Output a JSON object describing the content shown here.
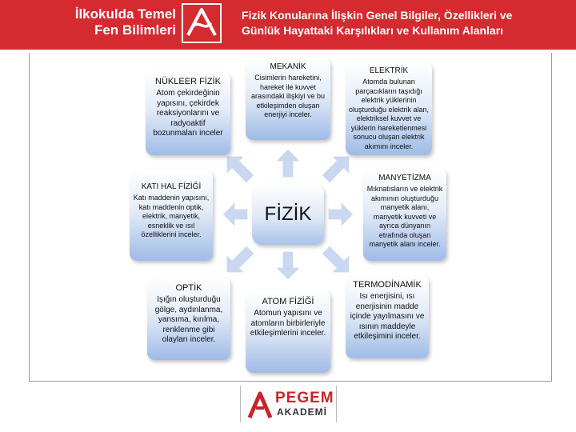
{
  "header": {
    "left_line1": "İlkokulda Temel",
    "left_line2": "Fen Bilimleri",
    "right_line1": "Fizik Konularına İlişkin Genel Bilgiler, Özellikleri ve",
    "right_line2": "Günlük Hayattaki Karşılıkları ve Kullanım Alanları"
  },
  "center": {
    "label": "FİZİK"
  },
  "boxes": {
    "mekanik": {
      "title": "MEKANİK",
      "desc": "Cisimlerin hareketini, hareket ile kuvvet arasındaki ilişkiyi ve bu etkileşimden oluşan enerjiyi inceler."
    },
    "nukleer": {
      "title": "NÜKLEER FİZİK",
      "desc": "Atom çekirdeğinin yapısını, çekirdek reaksiyonlarını ve radyoaktif bozunmaları inceler"
    },
    "elektrik": {
      "title": "ELEKTRİK",
      "desc": "Atomda bulunan parçacıkların taşıdığı elektrik yüklerinin oluşturduğu elektrik alan, elektriksel kuvvet ve yüklerin hareketlenmesi sonucu oluşan elektrik akımını inceler."
    },
    "katihal": {
      "title": "KATI HAL FİZİĞİ",
      "desc": "Katı maddenin yapısını, katı maddenin optik, elektrik, manyetik, esneklik ve ısıl özelliklerini inceler."
    },
    "manyetizma": {
      "title": "MANYETİZMA",
      "desc": "Mıknatısların ve elektrik akımının oluşturduğu manyetik alanı, manyetik kuvveti ve ayrıca dünyanın etrafında oluşan manyetik alanı inceler."
    },
    "optik": {
      "title": "OPTİK",
      "desc": "Işığın oluşturduğu gölge, aydınlanma, yansıma, kırılma, renklenme gibi olayları inceler."
    },
    "atom": {
      "title": "ATOM FİZİĞİ",
      "desc": "Atomun yapısını ve atomların birbirleriyle etkileşimlerini inceler."
    },
    "termodinamik": {
      "title": "TERMODİNAMİK",
      "desc": "Isı enerjisini, ısı enerjisinin madde içinde yayılmasını ve ısının maddeyle etkileşimini inceler."
    }
  },
  "footer": {
    "brand_line1": "PEGEM",
    "brand_line2": "AKADEMİ"
  },
  "colors": {
    "header": "#d42a30",
    "box_bottom": "#9fbbe7",
    "arrow": "#c9d8f0",
    "brand_red": "#c9242b"
  }
}
